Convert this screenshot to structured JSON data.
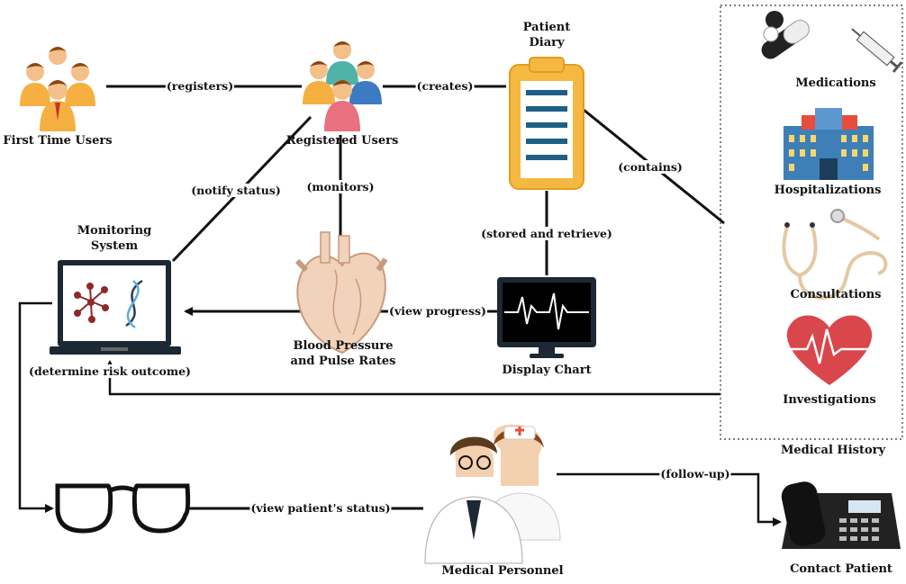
{
  "nodes": {
    "first_time_users": "First Time Users",
    "registered_users": "Registered Users",
    "patient_diary_line1": "Patient",
    "patient_diary_line2": "Diary",
    "monitoring_line1": "Monitoring",
    "monitoring_line2": "System",
    "bp_line1": "Blood Pressure",
    "bp_line2": "and Pulse Rates",
    "display_chart": "Display Chart",
    "medications": "Medications",
    "hospitalizations": "Hospitalizations",
    "consultations": "Consultations",
    "investigations": "Investigations",
    "medical_history": "Medical History",
    "medical_personnel": "Medical Personnel",
    "contact_patient": "Contact Patient"
  },
  "edges": {
    "registers": "(registers)",
    "creates": "(creates)",
    "contains": "(contains)",
    "notify_status": "(notify status)",
    "monitors": "(monitors)",
    "stored_and_retrieve": "(stored and retrieve)",
    "view_progress": "(view progress)",
    "determine_risk": "(determine risk outcome)",
    "view_patient_status": "(view patient's status)",
    "follow_up": "(follow-up)"
  },
  "colors": {
    "line": "#111111",
    "user_skin": "#f3c08a",
    "user_suit": "#f5b041",
    "clipboard": "#f5b942",
    "clipboard_lines": "#1e5f87",
    "heart": "#f1d2bb",
    "investigations_heart": "#d9464b",
    "hospital": "#3f7fb8",
    "phone": "#222222"
  }
}
